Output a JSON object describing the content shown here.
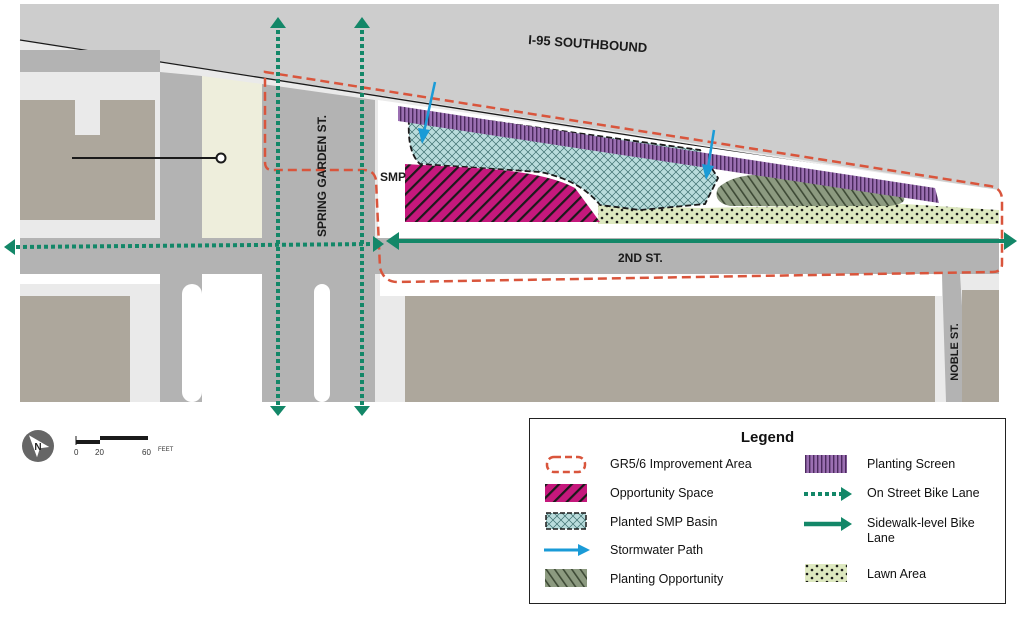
{
  "map": {
    "road_labels": {
      "highway": "I-95 SOUTHBOUND",
      "cross_street": "SPRING GARDEN ST.",
      "main_street": "2ND ST.",
      "side_street": "NOBLE ST.",
      "smp": "SMP"
    },
    "scale_bar": {
      "tick_0": "0",
      "tick_20": "20",
      "tick_60": "60",
      "unit": "FEET"
    },
    "north_arrow_letter": "N"
  },
  "legend": {
    "title": "Legend",
    "items": {
      "improvement_area": "GR5/6 Improvement Area",
      "opportunity_space": "Opportunity Space",
      "planted_smp_basin": "Planted SMP Basin",
      "stormwater_path": "Stormwater Path",
      "planting_opportunity": "Planting Opportunity",
      "planting_screen": "Planting Screen",
      "on_street_bike_lane": "On Street Bike Lane",
      "sidewalk_bike_lane_1": "Sidewalk-level  Bike",
      "sidewalk_bike_lane_2": "Lane",
      "lawn_area": "Lawn Area"
    }
  },
  "colors": {
    "highway": "#cdcdcd",
    "road": "#b3b3b3",
    "building": "#ada79c",
    "improvement_outline": "#d9553c",
    "opportunity_space": "#c5187c",
    "smp_basin": "#b9dcdc",
    "stormwater": "#1a9bd7",
    "planting_opportunity": "#8c9a80",
    "planting_screen": "#7d4e96",
    "bike_lane": "#138768",
    "lawn": "#dde8bf",
    "plaza": "#eeeedc"
  }
}
